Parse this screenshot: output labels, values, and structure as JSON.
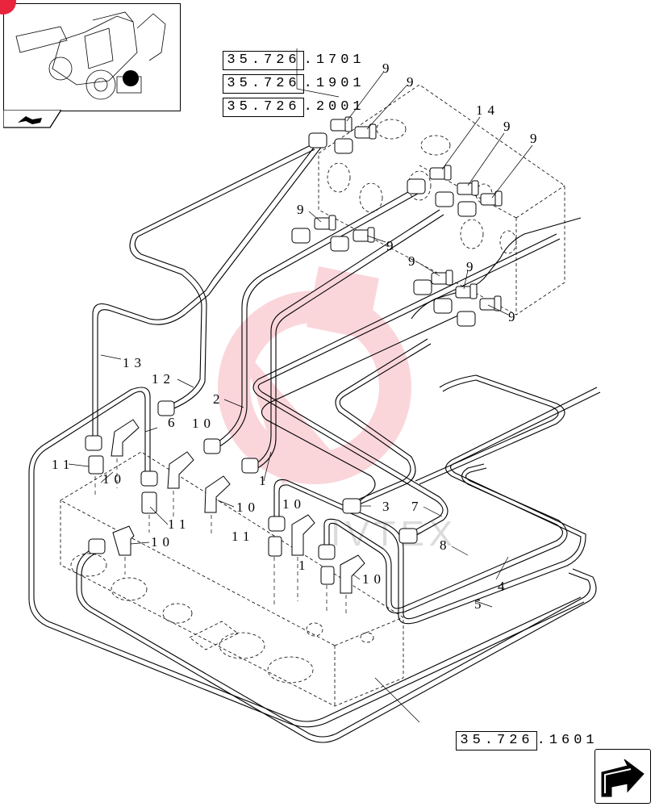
{
  "thumbnail": {
    "icon": "backhoe-loader-thumbnail"
  },
  "refs_top": [
    {
      "code": "35.726",
      "suffix": ".1701"
    },
    {
      "code": "35.726",
      "suffix": ".1901"
    },
    {
      "code": "35.726",
      "suffix": ".2001"
    }
  ],
  "ref_bottom": {
    "code": "35.726",
    "suffix": ".1601"
  },
  "callouts": {
    "c9a": "9",
    "c9b": "9",
    "c14": "14",
    "c9c": "9",
    "c9d": "9",
    "c9e": "9",
    "c9f": "9",
    "c9g": "9",
    "c9h": "9",
    "c9i": "9",
    "c13": "13",
    "c12": "12",
    "c2": "2",
    "c6": "6",
    "c10a": "10",
    "c11a": "11",
    "c10b": "10",
    "c1": "1",
    "c11b": "11",
    "c10c": "10",
    "c10d": "10",
    "c3": "3",
    "c7": "7",
    "c10e": "10",
    "c11c": "11",
    "c8": "8",
    "c1b": "1",
    "c10f": "10",
    "c4": "4",
    "c5": "5"
  },
  "watermark": "IVTEX",
  "nav": {
    "icon": "next-page-arrow-icon"
  },
  "colors": {
    "watermark": "#e8253c",
    "line": "#000000"
  }
}
